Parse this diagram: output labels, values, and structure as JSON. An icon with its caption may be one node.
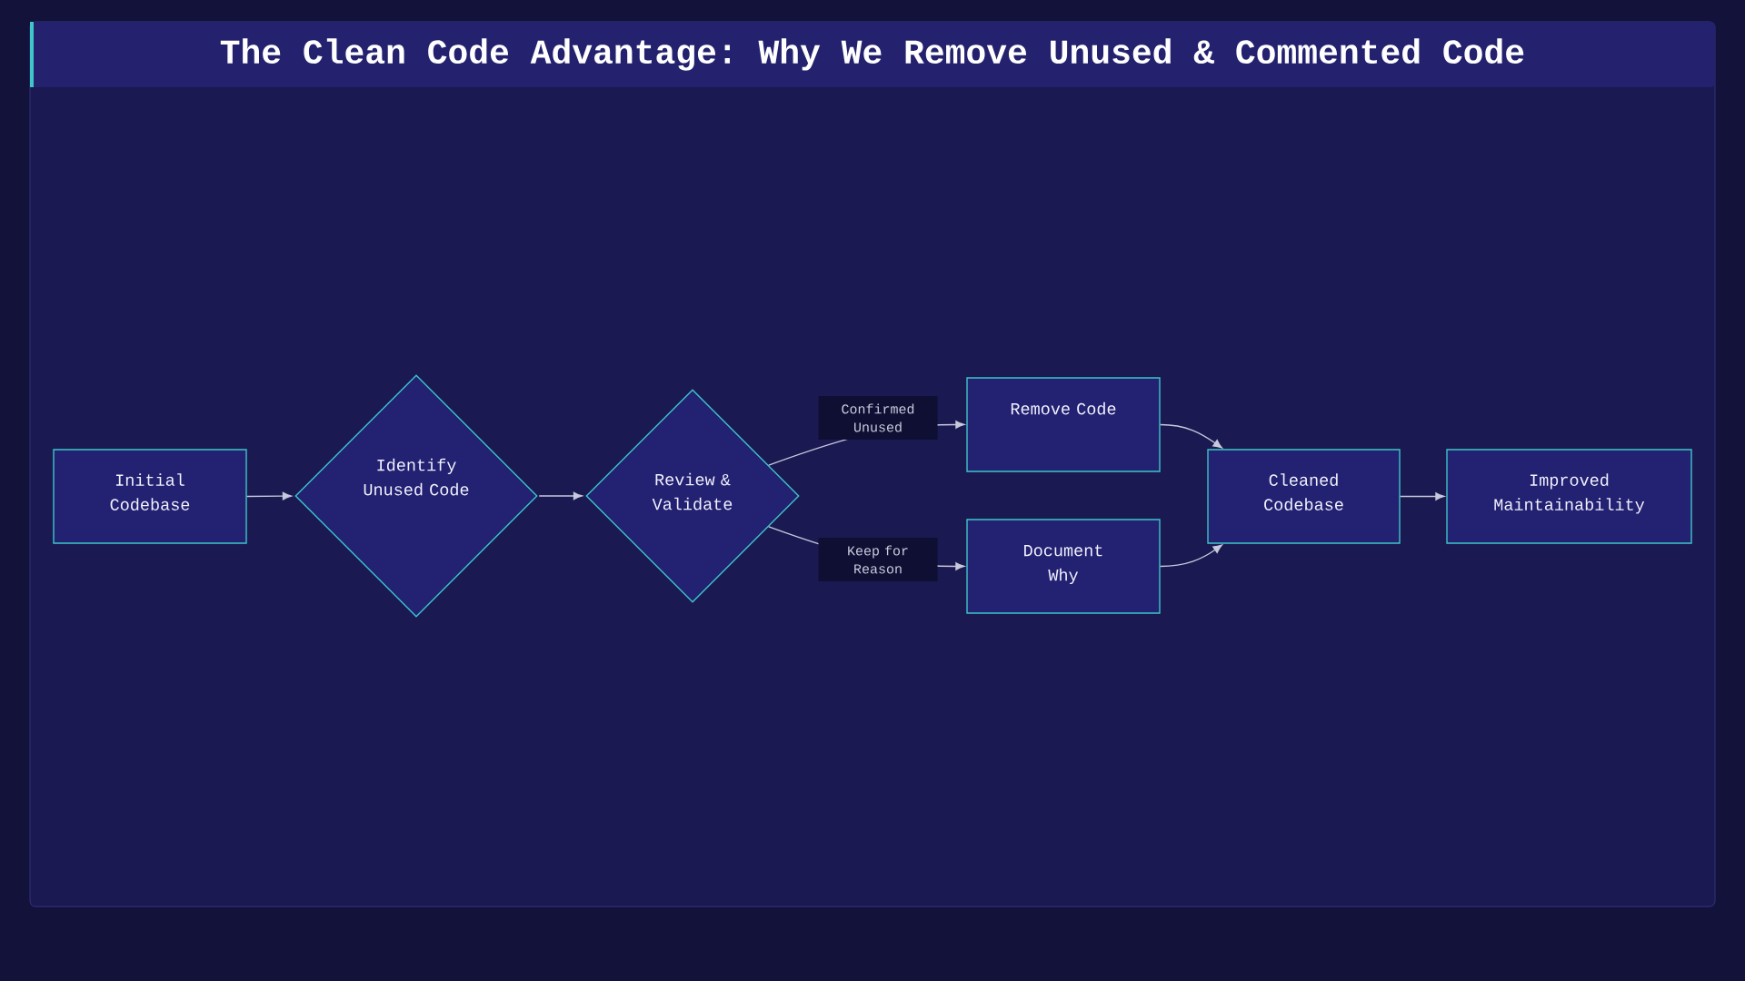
{
  "diagram": {
    "title": "The Clean Code Advantage: Why We Remove Unused & Commented Code",
    "nodes": [
      {
        "text": [
          "Initial Codebase"
        ]
      },
      {
        "text": [
          "Identify Unused Code"
        ]
      },
      {
        "text": [
          "Review & Validate"
        ]
      },
      {
        "text": [
          "Remove Code"
        ]
      },
      {
        "text": [
          "Document Why"
        ]
      },
      {
        "text": [
          "Cleaned Codebase"
        ]
      },
      {
        "text": [
          "Improved Maintainability"
        ]
      }
    ],
    "edges": [
      {
        "from": 0,
        "to": 1,
        "arrow": "to"
      },
      {
        "from": 1,
        "to": 2,
        "arrow": "to"
      },
      {
        "from": 2,
        "to": 3,
        "arrow": "to",
        "label": "Confirmed Unused"
      },
      {
        "from": 2,
        "to": 4,
        "arrow": "to",
        "label": "Keep for Reason"
      },
      {
        "from": 3,
        "to": 5,
        "arrow": "to"
      },
      {
        "from": 4,
        "to": 5,
        "arrow": "to"
      },
      {
        "from": 5,
        "to": 6,
        "arrow": "to"
      }
    ]
  }
}
